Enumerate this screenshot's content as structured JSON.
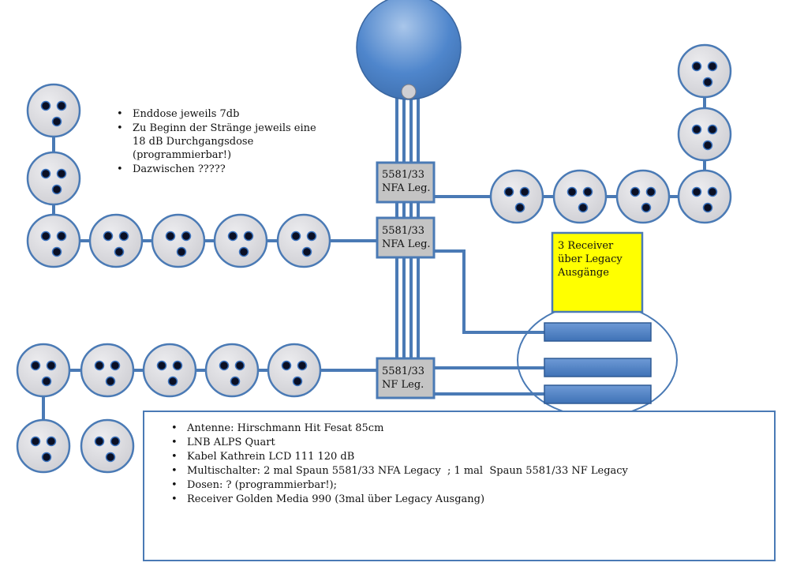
{
  "notes": [
    "Enddose jeweils 7db",
    "Zu Beginn der Stränge jeweils eine 18 dB Durchgangsdose (programmierbar!)",
    "Dazwischen ?????"
  ],
  "multiswitches": [
    {
      "model": "5581/33",
      "type": "NFA Leg."
    },
    {
      "model": "5581/33",
      "type": "NFA Leg."
    },
    {
      "model": "5581/33",
      "type": "NF Leg."
    }
  ],
  "receiver_box": {
    "text": "3 Receiver über Legacy Ausgänge"
  },
  "specs": [
    "Antenne: Hirschmann Hit Fesat 85cm",
    "LNB ALPS Quart",
    "Kabel Kathrein LCD 111 120 dB",
    "Multischalter: 2 mal Spaun 5581/33 NFA Legacy  ; 1 mal  Spaun 5581/33 NF Legacy",
    "Dosen: ? (programmierbar!);",
    "Receiver Golden Media 990 (3mal über Legacy Ausgang)"
  ],
  "colors": {
    "cable": "#4a7ab5",
    "socket_fill": "#d9d9dd",
    "socket_stroke": "#4a7ab5",
    "dish": "#4a80c8",
    "switch_fill": "#bfbfbf",
    "receiver_box": "#ffff00",
    "receiver_bar": "#4a80c8"
  }
}
